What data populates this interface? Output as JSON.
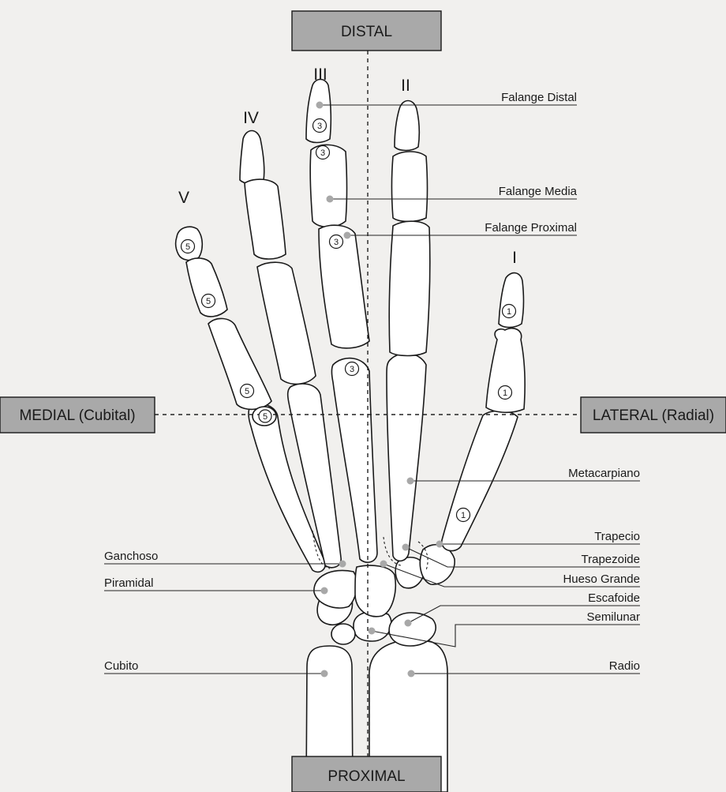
{
  "orientation": {
    "distal": "DISTAL",
    "proximal": "PROXIMAL",
    "medial": "MEDIAL (Cubital)",
    "lateral": "LATERAL (Radial)"
  },
  "fingers": {
    "i": "I",
    "ii": "II",
    "iii": "III",
    "iv": "IV",
    "v": "V"
  },
  "circle_numbers": {
    "one": "1",
    "three": "3",
    "five": "5"
  },
  "labels": {
    "falange_distal": "Falange Distal",
    "falange_media": "Falange Media",
    "falange_proximal": "Falange Proximal",
    "metacarpiano": "Metacarpiano",
    "trapecio": "Trapecio",
    "trapezoide": "Trapezoide",
    "hueso_grande": "Hueso Grande",
    "escafoide": "Escafoide",
    "semilunar": "Semilunar",
    "radio": "Radio",
    "ganchoso": "Ganchoso",
    "piramidal": "Piramidal",
    "cubito": "Cubito"
  },
  "colors": {
    "background": "#f1f0ee",
    "box_fill": "#a9a9a9",
    "line": "#1a1a1a",
    "marker_dot": "#a8a8a8"
  }
}
